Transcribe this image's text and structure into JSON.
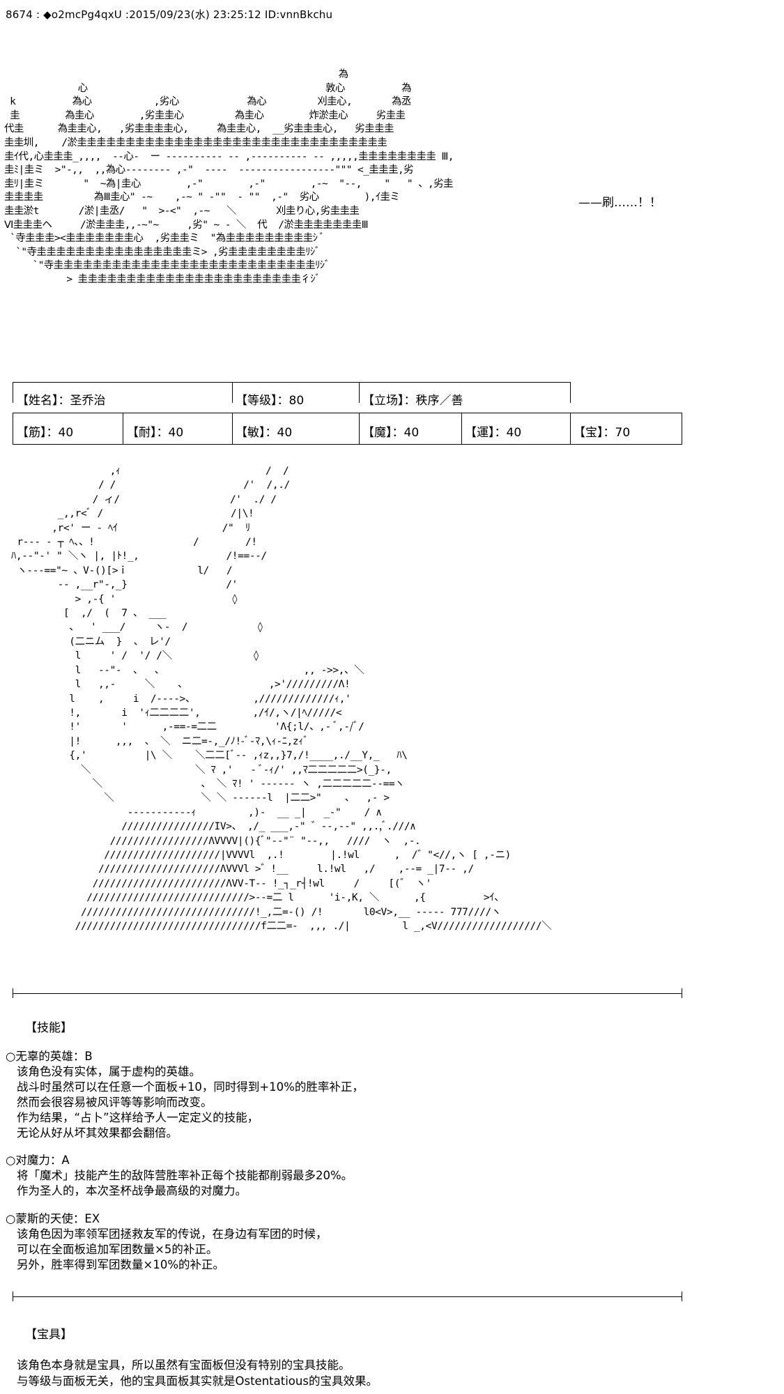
{
  "post": {
    "header": "8674 : ◆o2mcPg4qxU :2015/09/23(水) 23:25:12 ID:vnnBkchu"
  },
  "art": {
    "top": "                                                           為\n             心                                          敦心          為\n k          為心           ,劣心            為心         刈圭心,       為丞\n 圭        為圭心        ,劣圭圭心         為圭心        炸淤圭心     劣圭圭\n代圭      為圭圭心,   ,劣圭圭圭圭心,     為圭圭心,  __劣圭圭圭心,   劣圭圭圭\n圭圭圳,    /淤圭圭圭圭圭圭圭圭圭圭圭圭圭圭圭圭圭圭圭圭圭圭圭圭圭圭圭圭圭圭圭圭\n圭ｲ代,心圭圭圭_,,,,  --心-  ー -----‐‐‐‐- -- ,‐‐‐‐‐----- -- ,,,,,圭圭圭圭圭圭圭圭 Ⅲ,\n圭ﾐ|圭ミ  >\"-,,  ,,為心‐‐‐‐‐‐‐‐ ,-\"  ‐‐‐‐  --‐‐‐‐‐‐‐‐‐‐‐‐‐‐‐\"\"\" <_圭圭圭,劣\n圭ﾘ|圭ミ       \"  ~為|圭心        ,-\"        ,-\"        ,-~  \"‐-,    \"   \" 、,劣圭\n圭圭圭圭         為Ⅲ圭心\" -~    ,-~ \" -\"\"  - \"\"  ,-\"  劣心        ),ｲ圭ミ\n圭圭淤t       /淤|圭丞/   \"  >-<\"  ,-~   ＼       刈圭り心,劣圭圭圭\nⅥ圭圭圭ヘ     /淤圭圭圭,,-~\"~     ,劣\" ~ - ＼  代  /淤圭圭圭圭圭圭圭Ⅲ\n `寺圭圭圭><圭圭圭圭圭圭圭心  ,劣圭圭ミ  \"為圭圭圭圭圭圭圭圭圭ｼ ﾞ\n  `\"寺圭圭圭圭圭圭圭圭圭圭圭圭圭圭圭圭ミ> ,劣圭圭圭圭圭圭圭圭ﾘｼﾞ\n     `\"寺圭圭圭圭圭圭圭圭圭圭圭圭圭圭圭圭圭圭圭圭圭圭圭圭圭圭圭ﾘｼﾞ\n           > 圭圭圭圭圭圭圭圭圭圭圭圭圭圭圭圭圭圭圭圭圭圭圭彳ｼﾞ",
    "figure": "                 ,ｨ                         /  /\n               / /                      /'  /,./\n              / ィ/                   /'  ./ /\n        _,,r<ﾞ /                      /|\\!\n       ,r<' ー ‐ ﾍｲ                  /\"  ﾘ\n r--‐ ‐ ┬ ﾍ、、!                 /        /!\nﾊ,-‐\"‐' \" ＼ヽ |, |ﾄ!_,               /!==‐‐/\n ヽ---==\"~ 、V-()[>ｉ            l/   /\n        ‐‐ ,__r\"-,_}                 /'\n           > ,-{ '                    ◊\n         [  ,/  (  7 、 ___\n          、  ' ___/     ヽ‐  /            ◊\n          (二ニム  }  、 レ'/\n           l     ' /  '/ /＼              ◊\n           l   -‐\"‐  、  、                        ,, ->>,、＼\n           l   ,,-     ＼    、              ,>'/////////Λ!\n          l    ,     i  /‐‐‐‐>、          ,/////////////ｨ,'\n          !,       i  'ｨ二二二二',         ,/ｲ/,ヽ/|ﾍ/////<\n          !'       '      ,-==‐=二二          'Λ{;l/、,- ﾞ,-/ﾞ/\n          |!      ,,,  、 ＼  ニ二=-,_/ﾉ!-ﾞ-ﾏ,\\ｨ-ﾆ,zｨﾞ\n          {,'          |\\ ＼    ＼二二[ﾞ‐‐ ,ｨz,,}7,/!____,./__Y,_   ﾊ\\\n            ＼                  ＼ ﾏ ,'   ‐ ﾞ-ｨ/' ,,ﾏ二二二二二>(_}-,\n              ＼                 、 ＼ ﾏ! ' ‐‐‐‐‐‐ ヽ ,二二二二二‐‐==ヽ\n                ＼               ＼ ＼ ‐‐‐‐‐‐l  |二二>\"    、  ,- >\n                    -‐‐‐‐‐‐‐‐‐‐ｨ         ,)‐  __ _|   _‐\"    / ∧\n                   ////////////////ΙV>、 ,/_ ___,-\" ゛‐-,-‐\" ,,.,ﾞ.///∧\n                 /////////////////ΛVVVV|(){ﾞ\"‐‐\"¨ \"‐-,,   ////  ヽ  ,-.\n                ////////////////////|VVVVl  ,.!        |.!wl      ,  /゛\"<//,ヽ [ ,-ニ)\n               /////////////////////ΛVVVl >゛!__     l.!wl   ,/    ,--= _|7‐‐ ,/\n              ///////////////////////ΛVV-T‐‐ !_┐_r┤!wl     /     [(゛ ヽ'\n             ////////////////////////////>‐‐=二 l      'i-,K, ＼      ,{          >ｲ、\n            //////////////////////////////!_,二=-() /!       l0<V>,__ ‐‐‐‐‐ 777////ヽ\n           ////////////////////////////////f二二=-  ,,, ./|         l _,<V//////////////////＼"
  },
  "shout": "——刷……！！",
  "stats": {
    "row1": {
      "name": "【姓名】：圣乔治",
      "level": "【等级】：80",
      "alignment": "【立场】：秩序／善"
    },
    "row2": {
      "str": "【筋】：40",
      "end": "【耐】：40",
      "agi": "【敏】：40",
      "mag": "【魔】：40",
      "luk": "【運】：40",
      "np": "【宝】：70"
    }
  },
  "skills": {
    "title": "【技能】",
    "items": [
      {
        "name": "○无辜的英雄：B",
        "lines": [
          "该角色没有实体，属于虚构的英雄。",
          "战斗时虽然可以在任意一个面板+10，同时得到+10%的胜率补正，",
          "然而会很容易被风评等等影响而改变。",
          "作为结果，“占卜”这样给予人一定定义的技能，",
          "无论从好从坏其效果都会翻倍。"
        ]
      },
      {
        "name": "○对魔力：A",
        "lines": [
          "将「魔术」技能产生的敌阵营胜率补正每个技能都削弱最多20%。",
          "作为圣人的，本次圣杯战争最高级的对魔力。"
        ]
      },
      {
        "name": "○蒙斯的天使：EX",
        "lines": [
          "该角色因为率领军团拯救友军的传说，在身边有军团的时候，",
          "可以在全面板追加军团数量×5的补正。",
          "另外，胜率得到军团数量×10%的补正。"
        ]
      }
    ]
  },
  "noble_phantasm": {
    "title": "【宝具】",
    "lines": [
      "该角色本身就是宝具，所以虽然有宝面板但没有特别的宝具技能。",
      "与等级与面板无关，他的宝具面板其实就是Ostentatious的宝具效果。"
    ]
  }
}
